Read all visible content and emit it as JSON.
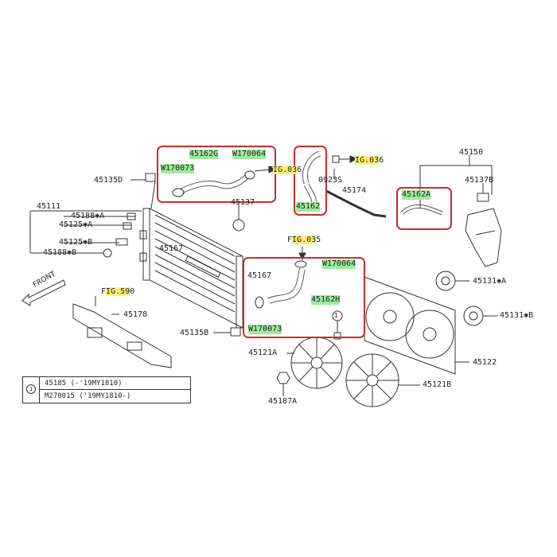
{
  "colors": {
    "highlight_box": "#cc2b2b",
    "part_highlight": "#9eea9e",
    "fig_highlight": "#ffee77",
    "line": "#333333"
  },
  "front_label": "FRONT",
  "labels": {
    "p45150": "45150",
    "p45137b": "45137B",
    "p45135d": "45135D",
    "p45111": "45111",
    "p45188a": "45188✱A",
    "p45125a": "45125✱A",
    "p45125b": "45125✱B",
    "p45188b": "45188✱B",
    "p45137": "45137",
    "p45167a": "45167",
    "p45167b": "45167",
    "p45174": "45174",
    "p0923s": "0923S",
    "p45131a": "45131✱A",
    "p45131b": "45131✱B",
    "p45122": "45122",
    "p45121a": "45121A",
    "p45121b": "45121B",
    "p45135b": "45135B",
    "p45187a": "45187A",
    "p45178": "45178",
    "circle1": "1"
  },
  "highlighted_parts": {
    "h45162g": "45162G",
    "hw170064a": "W170064",
    "hw170073a": "W170073",
    "h45162": "45162",
    "h45162a": "45162A",
    "hw170064b": "W170064",
    "h45162h": "45162H",
    "hw170073b": "W170073"
  },
  "fig_refs": {
    "f036a_pre": "F",
    "f036a_hl": "IG.03",
    "f036a_post": "6",
    "f036b_pre": "F",
    "f036b_hl": "IG.03",
    "f036b_post": "6",
    "f035_pre": "F",
    "f035_hl": "IG.03",
    "f035_post": "5",
    "f590_pre": "F",
    "f590_hl": "IG.59",
    "f590_post": "0"
  },
  "legend": {
    "symbol": "1",
    "row1": "45185      (-'19MY1810)",
    "row2": "M270015 ('19MY1810-)"
  }
}
